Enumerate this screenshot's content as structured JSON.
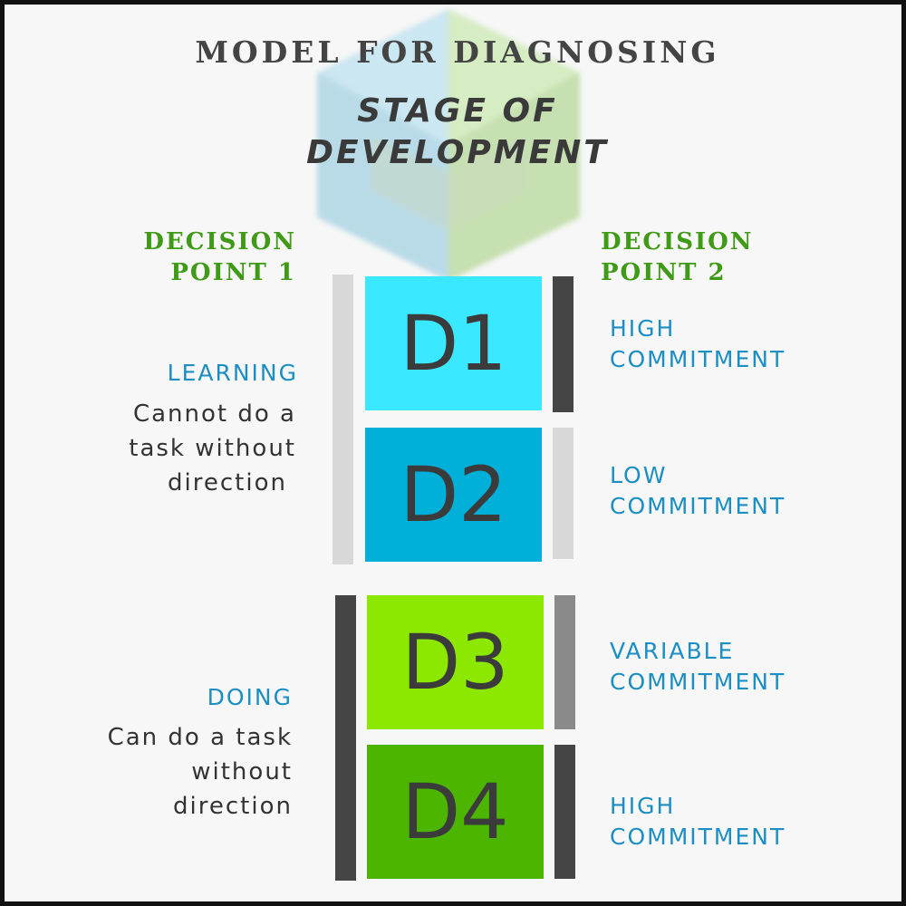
{
  "title": {
    "line1": "MODEL FOR DIAGNOSING",
    "line2a": "STAGE OF",
    "line2b": "DEVELOPMENT"
  },
  "decision_point_1": {
    "line1": "DECISION",
    "line2": "POINT 1"
  },
  "decision_point_2": {
    "line1": "DECISION",
    "line2": "POINT 2"
  },
  "stages": [
    {
      "label": "D1",
      "color": "#3ae8ff",
      "commitment_line1": "HIGH",
      "commitment_line2": "COMMITMENT"
    },
    {
      "label": "D2",
      "color": "#00b0d8",
      "commitment_line1": "LOW",
      "commitment_line2": "COMMITMENT"
    },
    {
      "label": "D3",
      "color": "#8de800",
      "commitment_line1": "VARIABLE",
      "commitment_line2": "COMMITMENT"
    },
    {
      "label": "D4",
      "color": "#4bb500",
      "commitment_line1": "HIGH",
      "commitment_line2": "COMMITMENT"
    }
  ],
  "groups": {
    "learning": {
      "heading": "LEARNING",
      "line1": "Cannot do a",
      "line2": "task without",
      "line3": "direction"
    },
    "doing": {
      "heading": "DOING",
      "line1": "Can do a task",
      "line2": "without",
      "line3": "direction"
    }
  },
  "colors": {
    "dark_bar": "#454545",
    "light_bar": "#d8d8d8",
    "mid_bar": "#8a8a8a",
    "accent_green": "#3f9a16",
    "accent_blue": "#1b8ec4"
  }
}
